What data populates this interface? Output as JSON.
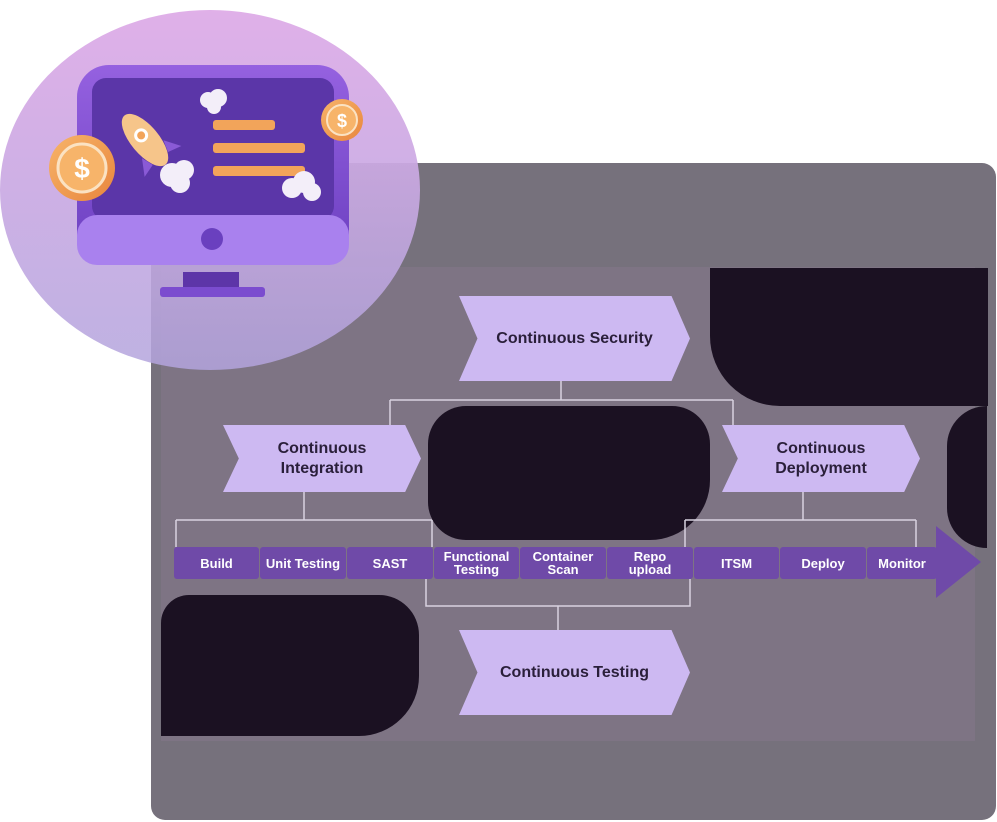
{
  "diagram": {
    "phases": {
      "security": "Continuous Security",
      "integration": "Continuous\nIntegration",
      "deployment": "Continuous\nDeployment",
      "testing": "Continuous Testing"
    },
    "stages": [
      "Build",
      "Unit Testing",
      "SAST",
      "Functional\nTesting",
      "Container\nScan",
      "Repo\nupload",
      "ITSM",
      "Deploy",
      "Monitor"
    ]
  },
  "colors": {
    "chevron": "#cdb9f2",
    "stage": "#6f4aa8",
    "panel": "#76717c",
    "blob": "#1b1122",
    "circle_top": "#dba9e6",
    "circle_bottom": "#b7a7e0",
    "monitor": "#7b4ccf",
    "coin": "#f2a45a"
  },
  "illustration": {
    "icons": [
      "monitor-icon",
      "rocket-icon",
      "coin-icon",
      "cloud-icon"
    ]
  }
}
